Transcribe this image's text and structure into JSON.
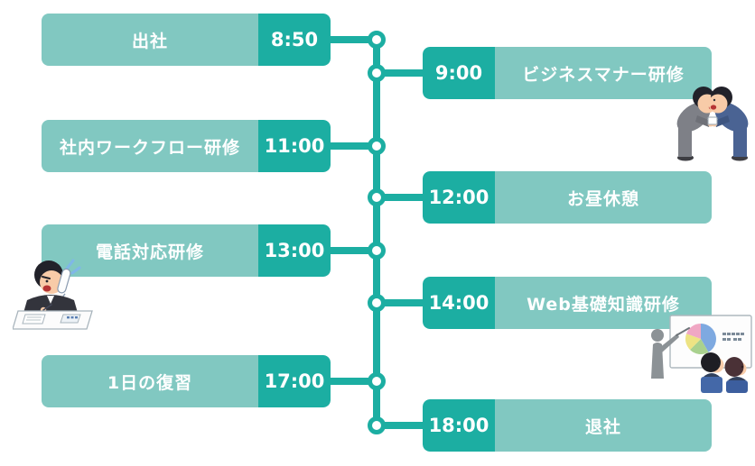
{
  "palette": {
    "bar_light": "#81C8C1",
    "bar_dark": "#1CAEA2",
    "line": "#1CAEA2",
    "text": "#FFFFFF",
    "background": "#FFFFFF"
  },
  "timeline": {
    "events": [
      {
        "side": "left",
        "time": "8:50",
        "label": "出社"
      },
      {
        "side": "right",
        "time": "9:00",
        "label": "ビジネスマナー研修",
        "illustration": "bowing-businessmen"
      },
      {
        "side": "left",
        "time": "11:00",
        "label": "社内ワークフロー研修"
      },
      {
        "side": "right",
        "time": "12:00",
        "label": "お昼休憩"
      },
      {
        "side": "left",
        "time": "13:00",
        "label": "電話対応研修",
        "illustration": "phone-call"
      },
      {
        "side": "right",
        "time": "14:00",
        "label": "Web基礎知識研修",
        "illustration": "presentation"
      },
      {
        "side": "left",
        "time": "17:00",
        "label": "1日の復習"
      },
      {
        "side": "right",
        "time": "18:00",
        "label": "退社"
      }
    ]
  }
}
